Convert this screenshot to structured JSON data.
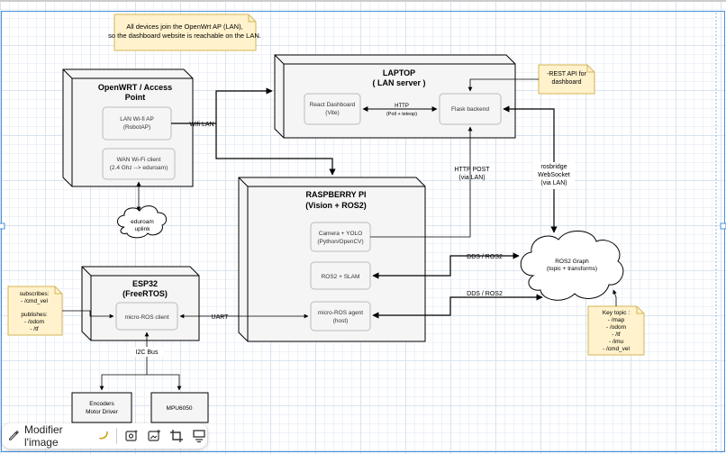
{
  "notes": {
    "top": [
      "All devices join the OpenWrt AP (LAN),",
      "so the dashboard website is reachable on the LAN."
    ],
    "rest": [
      "-REST API for",
      "dashboard"
    ],
    "subscribes": [
      "subscribes:",
      "- /cmd_vel",
      "",
      "publishes:",
      "- /odom",
      "- /tf"
    ],
    "keytopic": [
      "Key topic :",
      "- /map",
      "- /odom",
      "- /tf",
      "- /imu",
      "- /cmd_vel"
    ]
  },
  "blocks": {
    "openwrt": {
      "title": [
        "OpenWRT / Access",
        "Point"
      ],
      "lan_ap": [
        "LAN Wi-fi AP",
        "(RobotAP)"
      ],
      "wan": [
        "WAN Wi-Fi client",
        "(2.4 Ghz --> eduroam)"
      ]
    },
    "laptop": {
      "title": [
        "LAPTOP",
        "( LAN server )"
      ],
      "react": [
        "React Dashboard",
        "(Vite)"
      ],
      "flask": "Flask backend",
      "http": [
        "HTTP",
        "(Poll + teleop)"
      ]
    },
    "raspberry": {
      "title": [
        "RASPBERRY PI",
        "(Vision + ROS2)"
      ],
      "camera": [
        "Camera + YOLO",
        "(Python/OpenCV)"
      ],
      "slam": "ROS2 + SLAM",
      "agent": [
        "micro-ROS agent",
        "(host)"
      ]
    },
    "esp32": {
      "title": [
        "ESP32",
        "(FreeRTOS)"
      ],
      "client": "micro-ROS client"
    },
    "encoders": [
      "Encoders",
      "Motor Driver"
    ],
    "mpu": "MPU6050"
  },
  "clouds": {
    "eduroam": [
      "eduroam",
      "uplink"
    ],
    "ros2graph": [
      "ROS2 Graph",
      "(topic + transforms)"
    ]
  },
  "labels": {
    "wifi_lan": "Wifi LAN",
    "http_post": [
      "HTTP POST",
      "(via LAN)"
    ],
    "rosbridge": [
      "rosbridge",
      "WebSocket",
      "(via LAN)"
    ],
    "dds1": "DDS / ROS2",
    "dds2": "DDS / ROS2",
    "uart": "UART",
    "i2c": "I2C Bus"
  },
  "toolbar": {
    "edit_label": "Modifier l'image"
  },
  "colors": {
    "note_fill": "#fff2cc",
    "note_stroke": "#d6b656",
    "block_fill": "#f5f5f5",
    "grid": "#d9e3f0",
    "border_blue": "#4a90d9"
  }
}
